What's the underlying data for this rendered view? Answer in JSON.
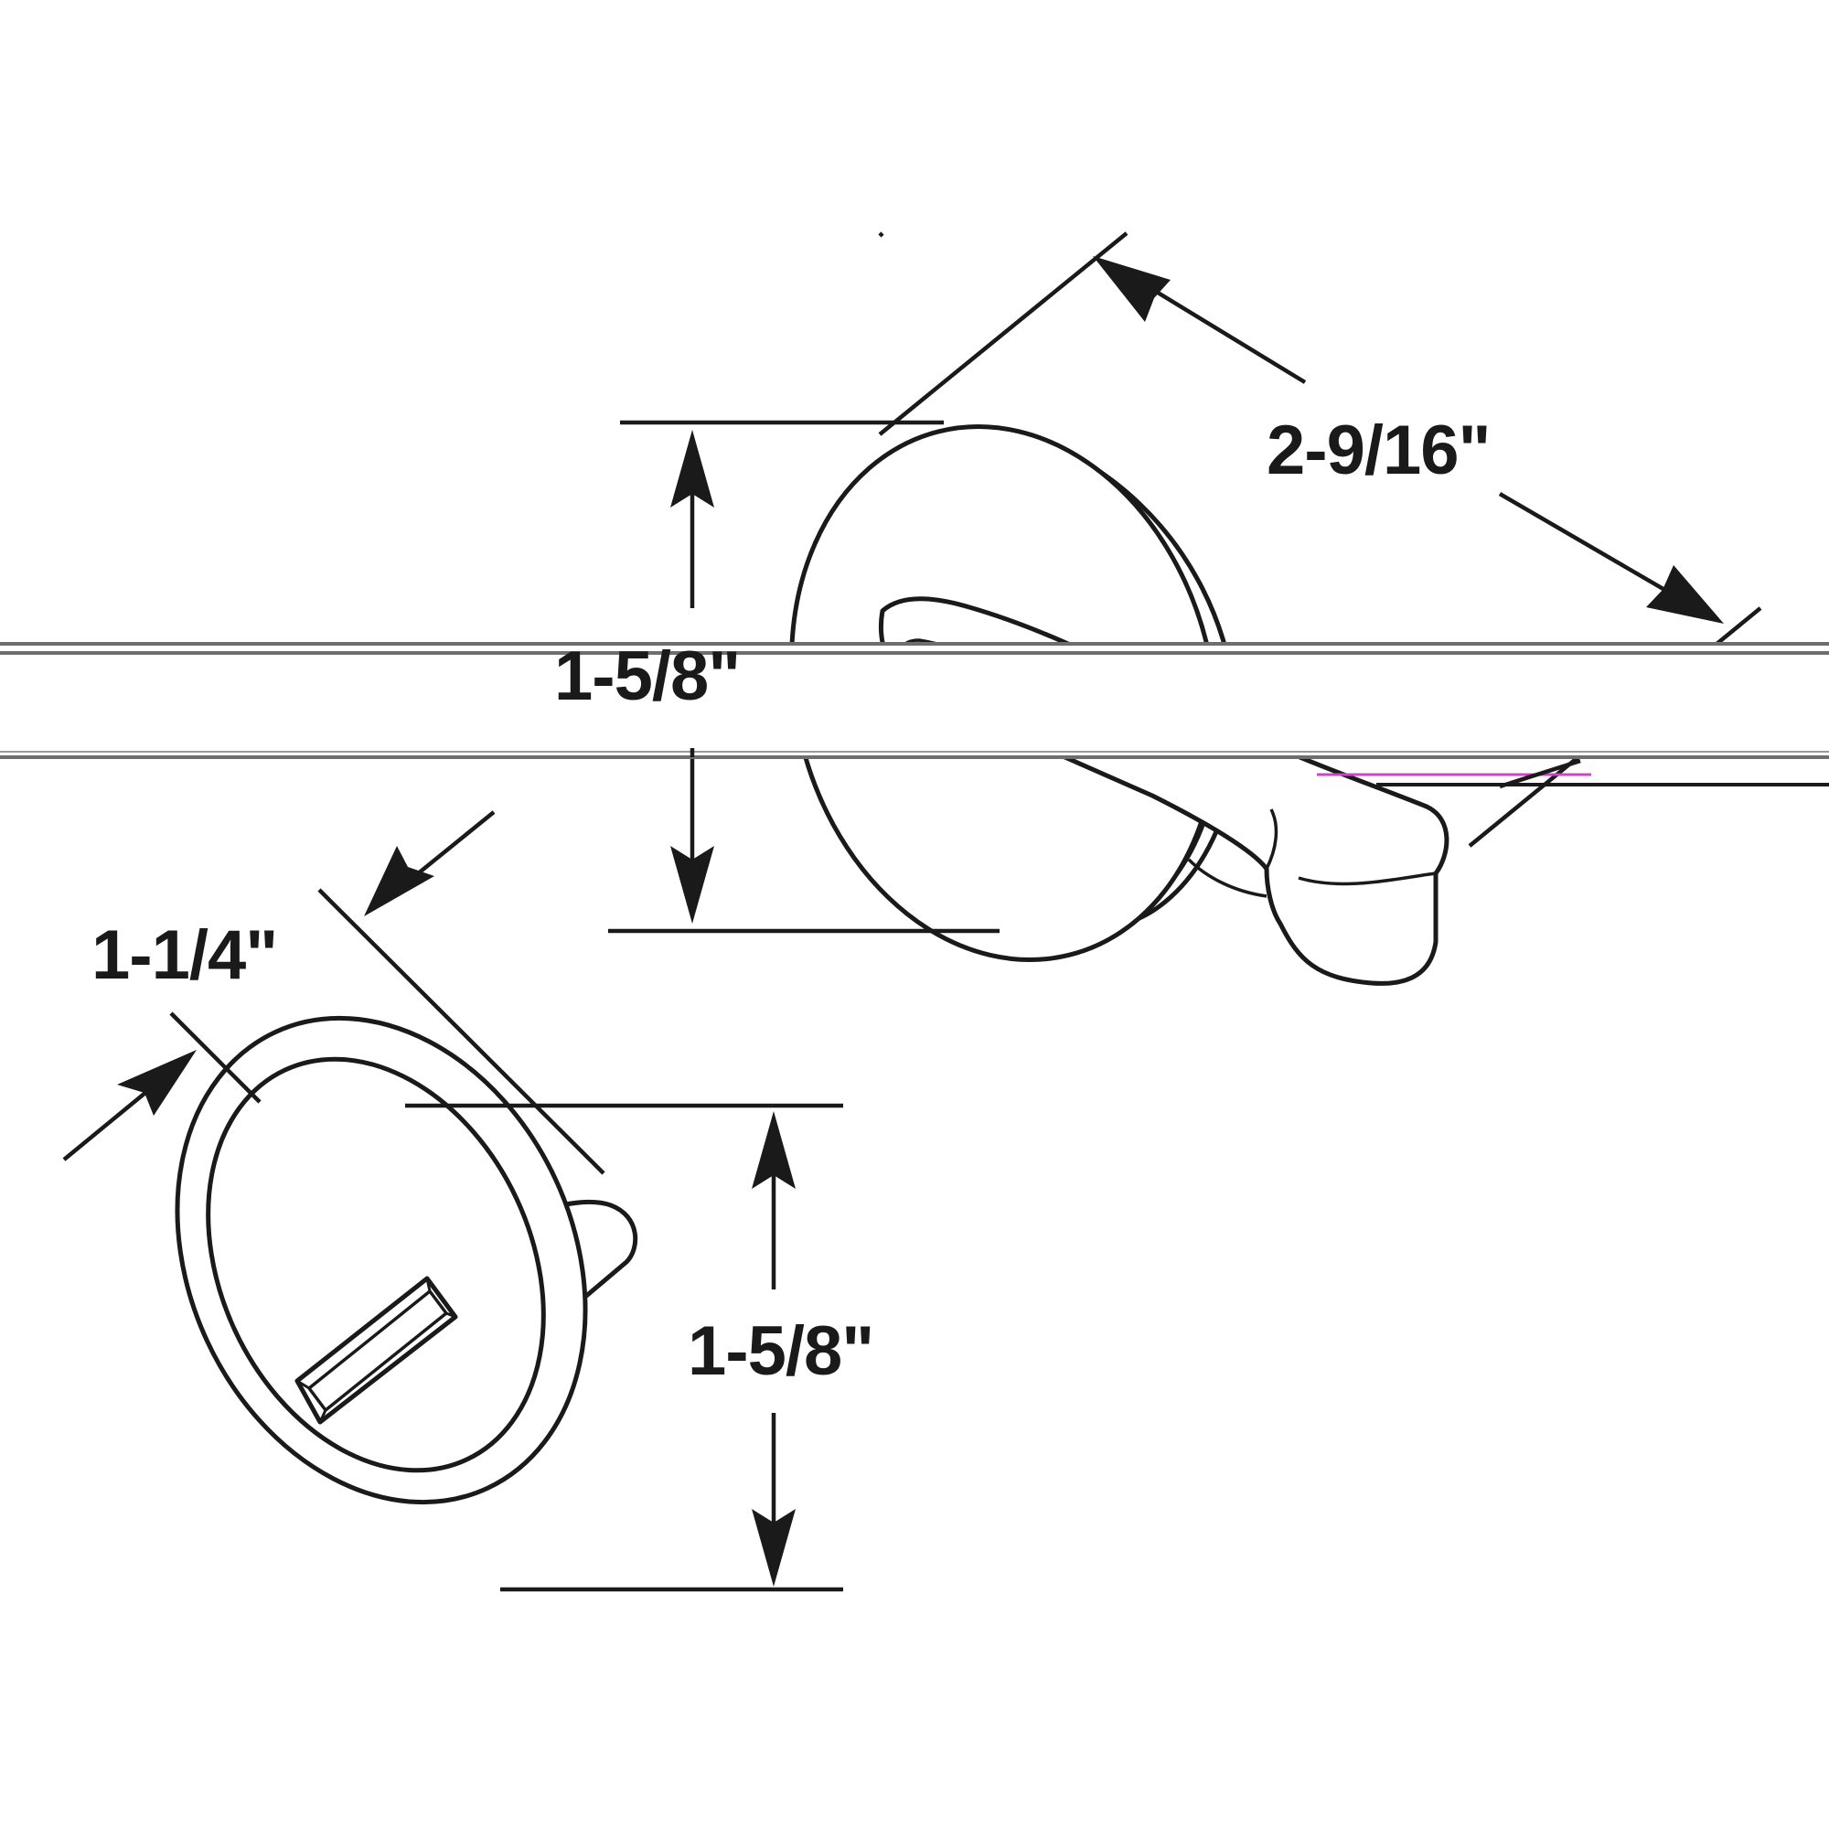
{
  "dimensions": {
    "top_part_length": "2-9/16\"",
    "top_part_height": "1-5/8\"",
    "bottom_part_depth": "1-1/4\"",
    "bottom_part_height": "1-5/8\""
  },
  "colors": {
    "line": "#1a1a1a",
    "background": "#ffffff",
    "artifact_line": "#6e6e6e",
    "artifact_tint": "#cc44cc"
  },
  "parts": {
    "top": "lever-handle",
    "bottom": "slotted-knob"
  }
}
